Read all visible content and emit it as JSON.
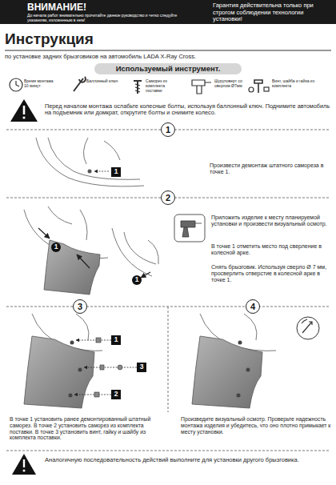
{
  "diagram": {
    "title": "Инструкция",
    "nodes": [
      {
        "text": [
          "ВНИМАНИЕ!",
          "До начала работ внимательно прочитайте данное руководство и четко следуйте указаниям, изложенным в нем!",
          "Гарантия действительна только при строгом соблюдении технологии установки!"
        ]
      },
      {
        "text": [
          "Используемый инструмент."
        ]
      },
      {
        "text": [
          "1"
        ]
      },
      {
        "text": [
          "1"
        ]
      },
      {
        "text": [
          "2"
        ]
      },
      {
        "text": [
          "1"
        ]
      },
      {
        "text": [
          "1"
        ]
      },
      {
        "text": [
          "3"
        ]
      },
      {
        "text": [
          "1"
        ]
      },
      {
        "text": [
          "3"
        ]
      },
      {
        "text": [
          "2"
        ]
      },
      {
        "text": [
          "4"
        ]
      }
    ],
    "labels": [
      "по установке задних брызговиков на автомобиль LADA X-Ray Cross.",
      "Время монтажа 10 минут",
      "Баллонный ключ",
      "Саморез из комплекта поставки",
      "Шуруповерт со сверлом Ø7мм",
      "Винт, шайба и гайка из комплекта",
      "Перед началом монтажа ослабьте колесные болты, используя баллонный ключ. Поднимите автомобиль на подъемник или домкрат, открутите болты и снимите колесо.",
      "Произвести демонтаж штатного самореза в точке 1.",
      "Приложить изделие к месту планируемой установки и произвести визуальный осмотр.",
      "В точке 1 отметить место под сверление в колесной арке.",
      "Снять брызговик. Используя сверло Ø 7 мм, просверлить отверстие в колесной арке в точке 1.",
      "В точке 1 установить ранее демонтированный штатный саморез. В точке 2 установить саморез из комплекта поставки. В точке 3 установить винт, гайку и шайбу из комплекта поставки.",
      "Произведите визуальный осмотр. Проверьте надежность монтажа изделия и убедитесь, что оно плотно примыкает к месту установки.",
      "Аналогичную последовательность действий выполните для установки другого брызговика."
    ]
  }
}
